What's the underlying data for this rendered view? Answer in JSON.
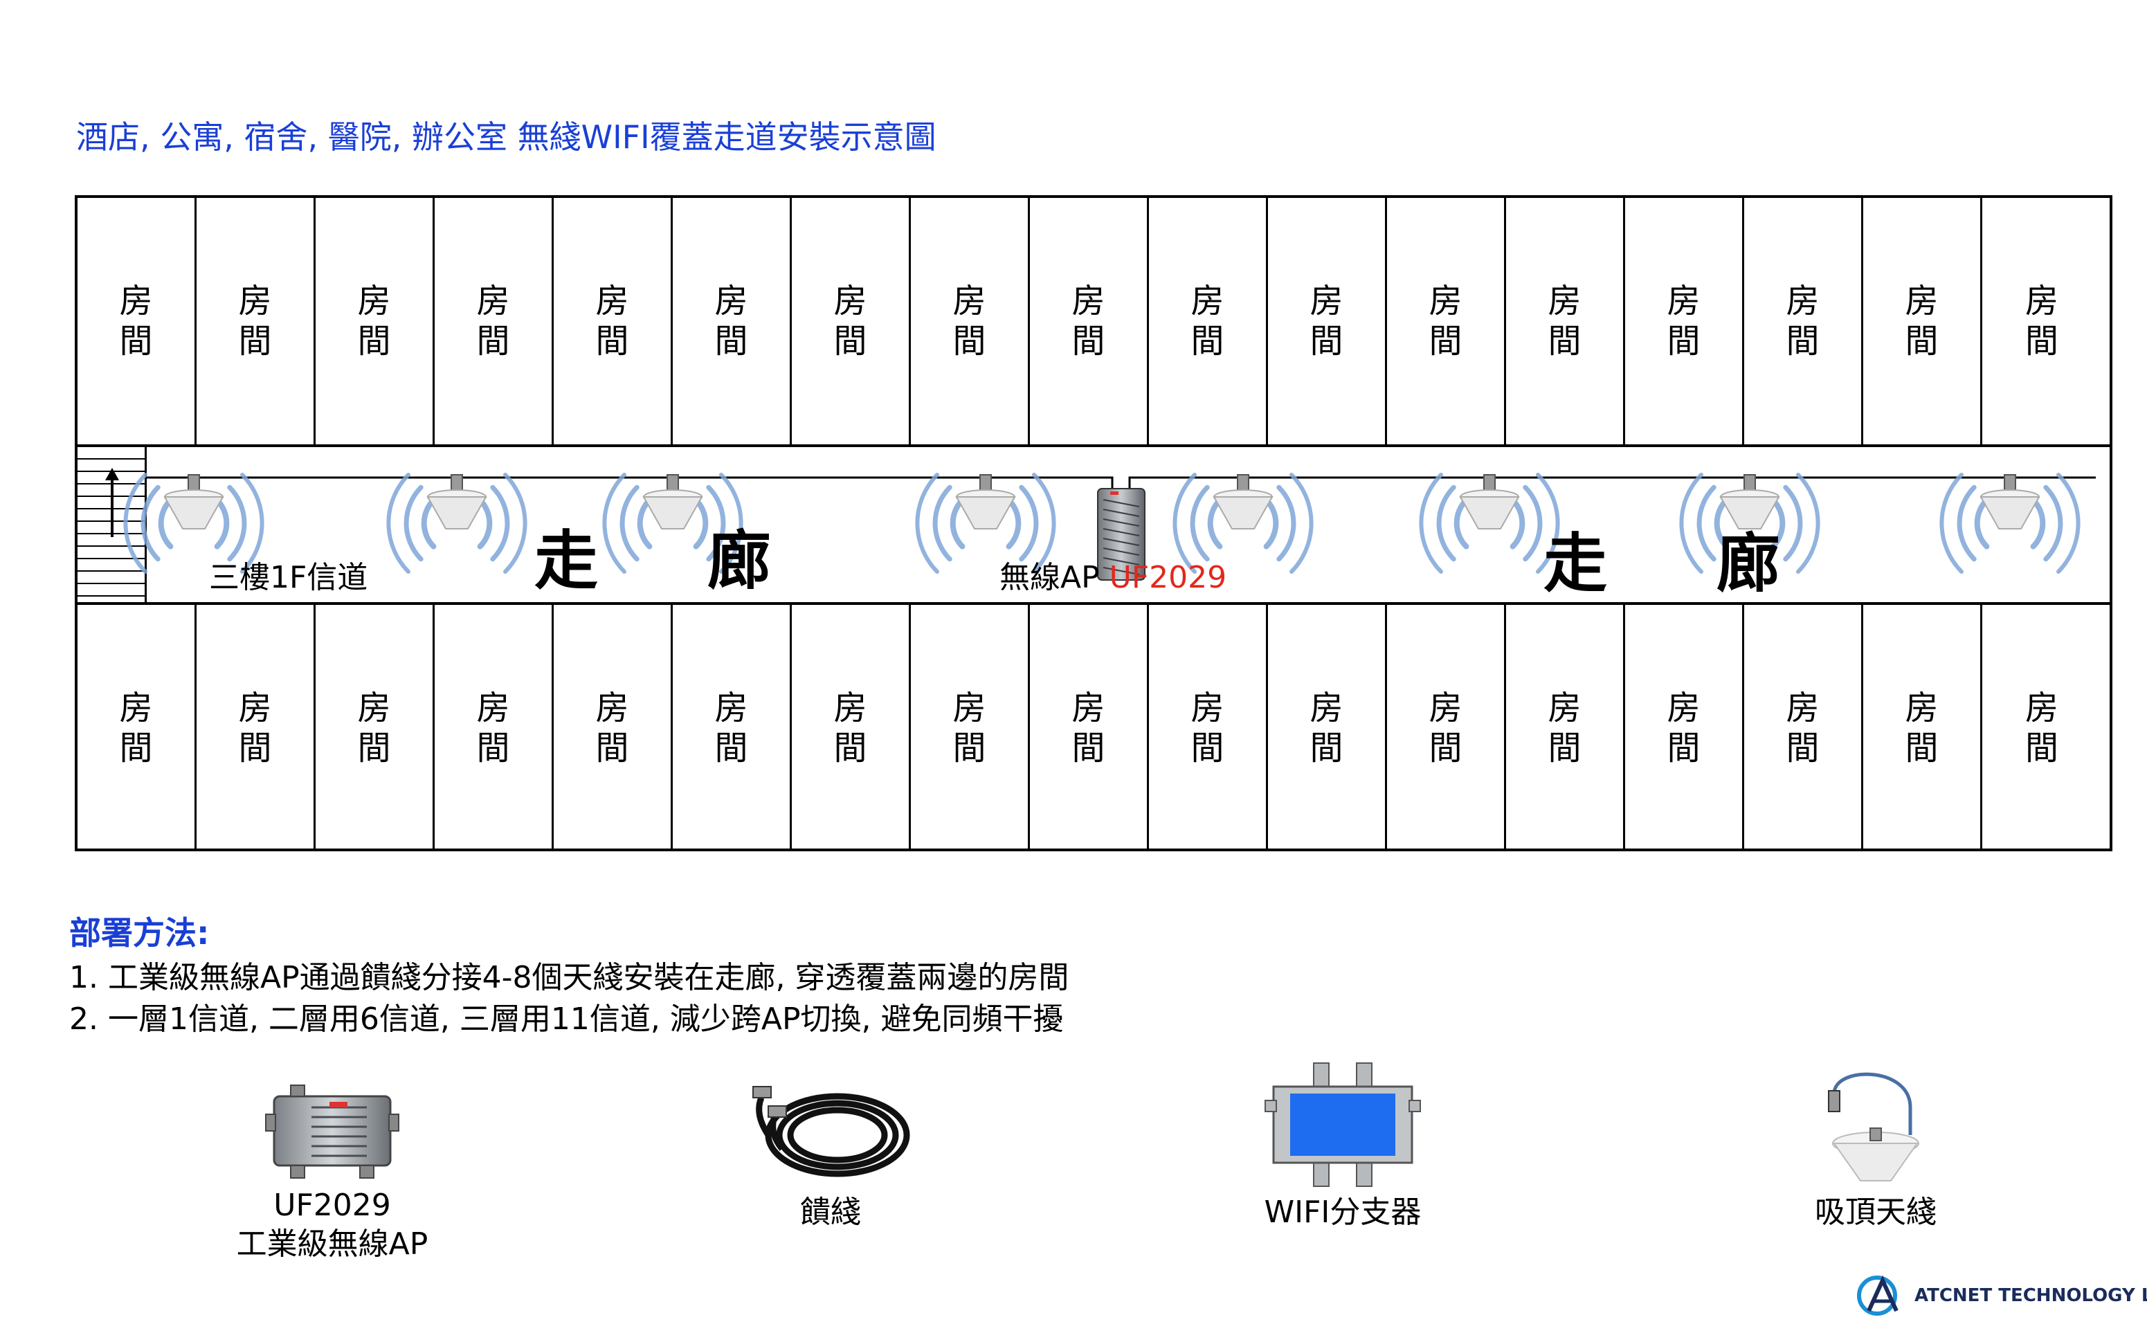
{
  "title": "酒店, 公寓, 宿舍, 醫院, 辦公室  無綫WIFI覆蓋走道安裝示意圖",
  "room_label": "房間",
  "corridor": {
    "floor_label": "三樓1F信道",
    "corridor_word_1": "走",
    "corridor_word_2": "廊",
    "ap_label": "無線AP",
    "ap_model": "UF2029"
  },
  "deployment": {
    "heading": "部署方法:",
    "steps": [
      "1. 工業級無線AP通過饋綫分接4-8個天綫安裝在走廊, 穿透覆蓋兩邊的房間",
      "2. 一層1信道, 二層用6信道, 三層用11信道, 減少跨AP切換, 避免同頻干擾"
    ]
  },
  "legend": {
    "ap_model": "UF2029",
    "ap_name": "工業級無線AP",
    "cable": "饋綫",
    "splitter": "WIFI分支器",
    "antenna": "吸頂天綫"
  },
  "brand": "ATCNET TECHNOLOGY LIMITED",
  "colors": {
    "title_blue": "#1a3fd6",
    "model_red": "#e3271b",
    "signal_blue": "#7fa6d8",
    "splitter_blue": "#1e6cf0"
  }
}
